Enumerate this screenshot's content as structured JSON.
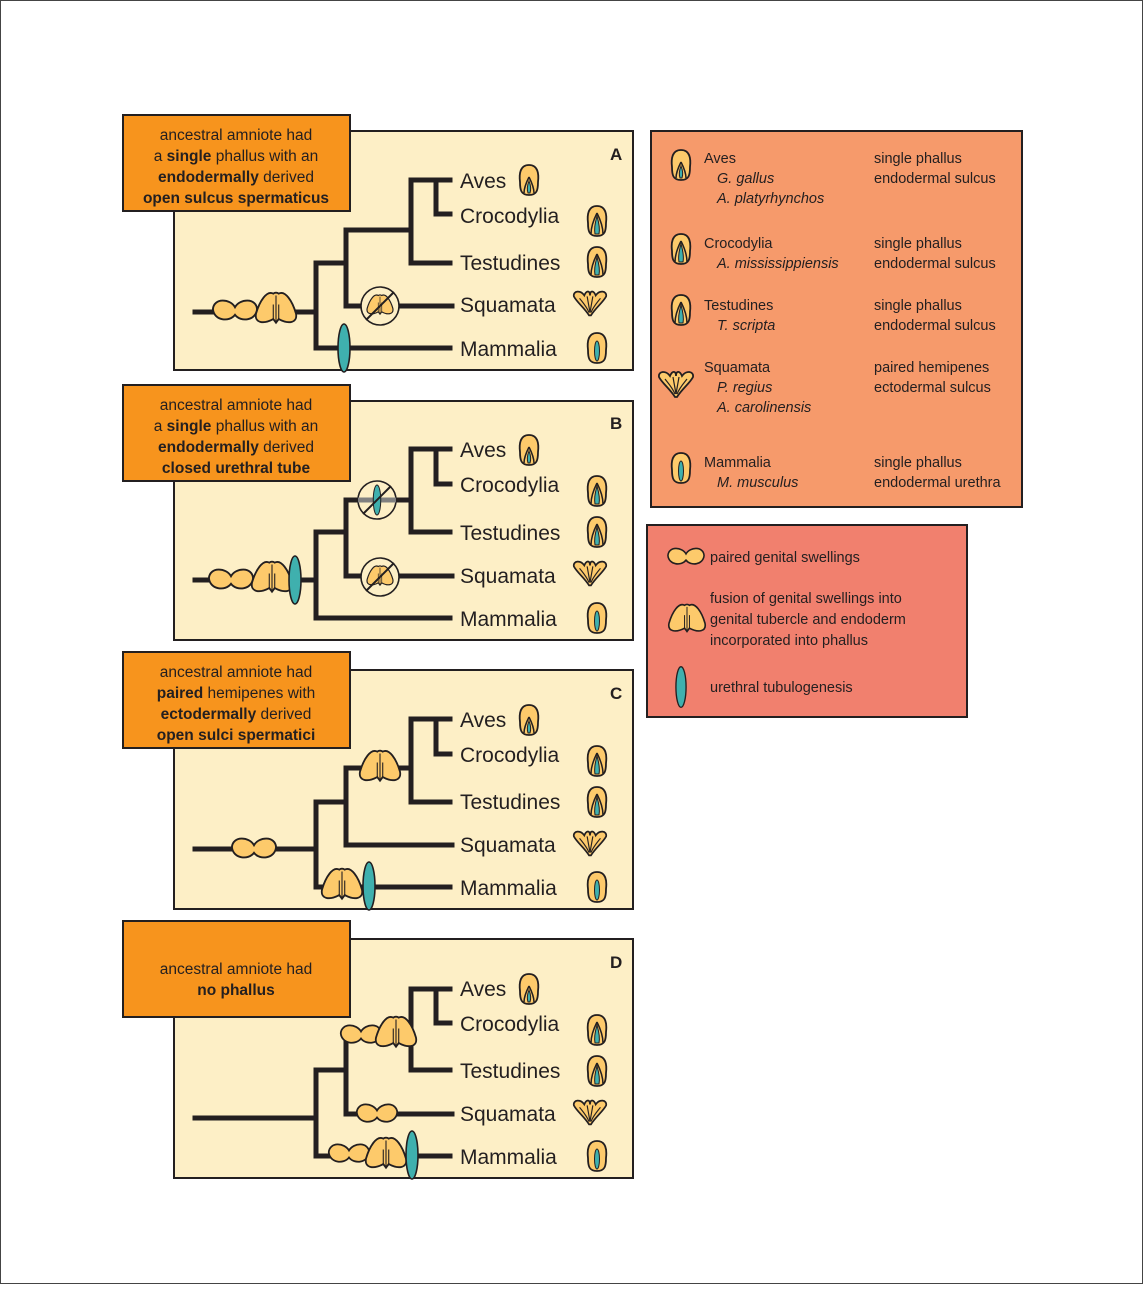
{
  "panels": [
    {
      "letter": "A",
      "title_lines": [
        [
          {
            "t": "ancestral amniote had",
            "b": false
          }
        ],
        [
          {
            "t": "a ",
            "b": false
          },
          {
            "t": "single",
            "b": true
          },
          {
            "t": " phallus with an",
            "b": false
          }
        ],
        [
          {
            "t": "endodermally",
            "b": true
          },
          {
            "t": " derived",
            "b": false
          }
        ],
        [
          {
            "t": "open sulcus spermaticus",
            "b": true
          }
        ]
      ]
    },
    {
      "letter": "B",
      "title_lines": [
        [
          {
            "t": "ancestral amniote had",
            "b": false
          }
        ],
        [
          {
            "t": "a ",
            "b": false
          },
          {
            "t": "single",
            "b": true
          },
          {
            "t": " phallus with an",
            "b": false
          }
        ],
        [
          {
            "t": "endodermally",
            "b": true
          },
          {
            "t": " derived",
            "b": false
          }
        ],
        [
          {
            "t": "closed urethral tube",
            "b": true
          }
        ]
      ]
    },
    {
      "letter": "C",
      "title_lines": [
        [
          {
            "t": "ancestral amniote had",
            "b": false
          }
        ],
        [
          {
            "t": "paired",
            "b": true
          },
          {
            "t": " hemipenes with",
            "b": false
          }
        ],
        [
          {
            "t": "ectodermally",
            "b": true
          },
          {
            "t": " derived",
            "b": false
          }
        ],
        [
          {
            "t": "open sulci spermatici",
            "b": true
          }
        ]
      ]
    },
    {
      "letter": "D",
      "title_lines": [
        [
          {
            "t": "ancestral amniote had",
            "b": false
          }
        ],
        [
          {
            "t": "no phallus",
            "b": true
          }
        ]
      ]
    }
  ],
  "taxa": [
    "Aves",
    "Crocodylia",
    "Testudines",
    "Squamata",
    "Mammalia"
  ],
  "legend_taxa": [
    {
      "name": "Aves",
      "species": [
        "G. gallus",
        "A. platyrhynchos"
      ],
      "traits": [
        "single phallus",
        "endodermal sulcus"
      ],
      "icon": "single-phallus-sulcus-icon"
    },
    {
      "name": "Crocodylia",
      "species": [
        "A. mississippiensis"
      ],
      "traits": [
        "single phallus",
        "endodermal sulcus"
      ],
      "icon": "single-phallus-sulcus-icon"
    },
    {
      "name": "Testudines",
      "species": [
        "T. scripta"
      ],
      "traits": [
        "single phallus",
        "endodermal sulcus"
      ],
      "icon": "single-phallus-sulcus-icon"
    },
    {
      "name": "Squamata",
      "species": [
        "P. regius",
        "A. carolinensis"
      ],
      "traits": [
        "paired hemipenes",
        "ectodermal sulcus"
      ],
      "icon": "paired-hemipenes-icon"
    },
    {
      "name": "Mammalia",
      "species": [
        "M. musculus"
      ],
      "traits": [
        "single phallus",
        "endodermal urethra"
      ],
      "icon": "urethra-phallus-icon"
    }
  ],
  "legend_symbols": [
    {
      "icon": "paired-genital-swellings-icon",
      "lines": [
        "paired genital swellings"
      ]
    },
    {
      "icon": "fused-genital-tubercle-icon",
      "lines": [
        "fusion of genital swellings into",
        "genital tubercle and endoderm",
        "incorporated into phallus"
      ]
    },
    {
      "icon": "urethral-tube-icon",
      "lines": [
        "urethral tubulogenesis"
      ]
    }
  ],
  "colors": {
    "panel_background": "#fdefc6",
    "title_box": "#f7941d",
    "taxa_legend_background": "#f69a6b",
    "symbol_legend_background": "#f1806e",
    "icon_fill": "#fdca6b",
    "urethra_teal": "#3fb0ae",
    "branch": "#231f20",
    "lost_branch_gray": "#808080"
  }
}
